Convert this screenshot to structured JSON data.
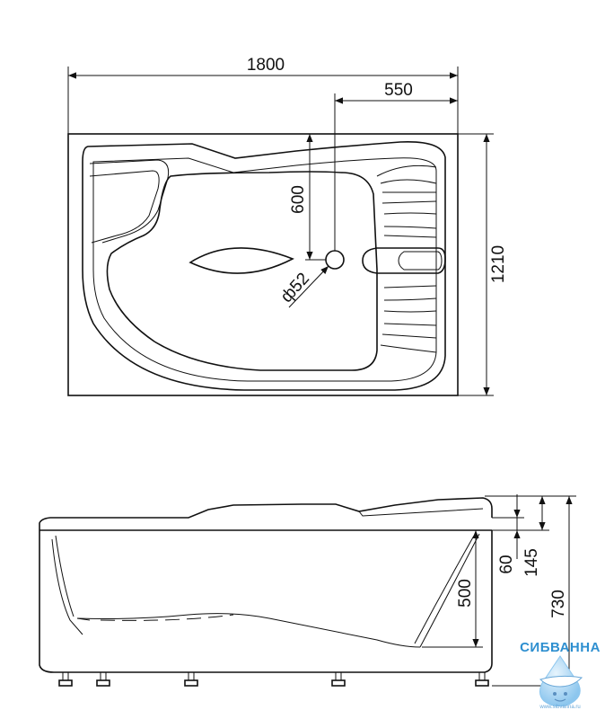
{
  "dimensions": {
    "total_length": "1800",
    "drain_offset": "550",
    "drain_depth": "600",
    "drain_diameter": "ф52",
    "total_width": "1210",
    "side_depth": "500",
    "rim_60": "60",
    "rim_145": "145",
    "total_height": "730"
  },
  "brand": {
    "name": "СИБВАННА",
    "url": "www.sibvanna.ru"
  },
  "colors": {
    "line": "#111111",
    "brand_blue": "#2e8fd0",
    "brand_light": "#8cc6ee"
  }
}
